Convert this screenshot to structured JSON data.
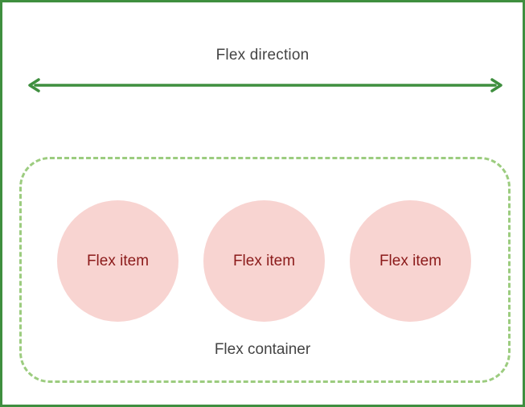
{
  "diagram": {
    "direction_label": "Flex direction",
    "container_label": "Flex container",
    "items": [
      {
        "label": "Flex item"
      },
      {
        "label": "Flex item"
      },
      {
        "label": "Flex item"
      }
    ]
  },
  "colors": {
    "frame": "#3f8f3f",
    "arrow": "#3f8f3f",
    "container_border": "#9ccc7f",
    "item_fill": "#f8d4d1",
    "item_text": "#8b1a1a",
    "label_text": "#444444"
  },
  "icons": {
    "direction_arrow": "double-headed-arrow-icon"
  }
}
